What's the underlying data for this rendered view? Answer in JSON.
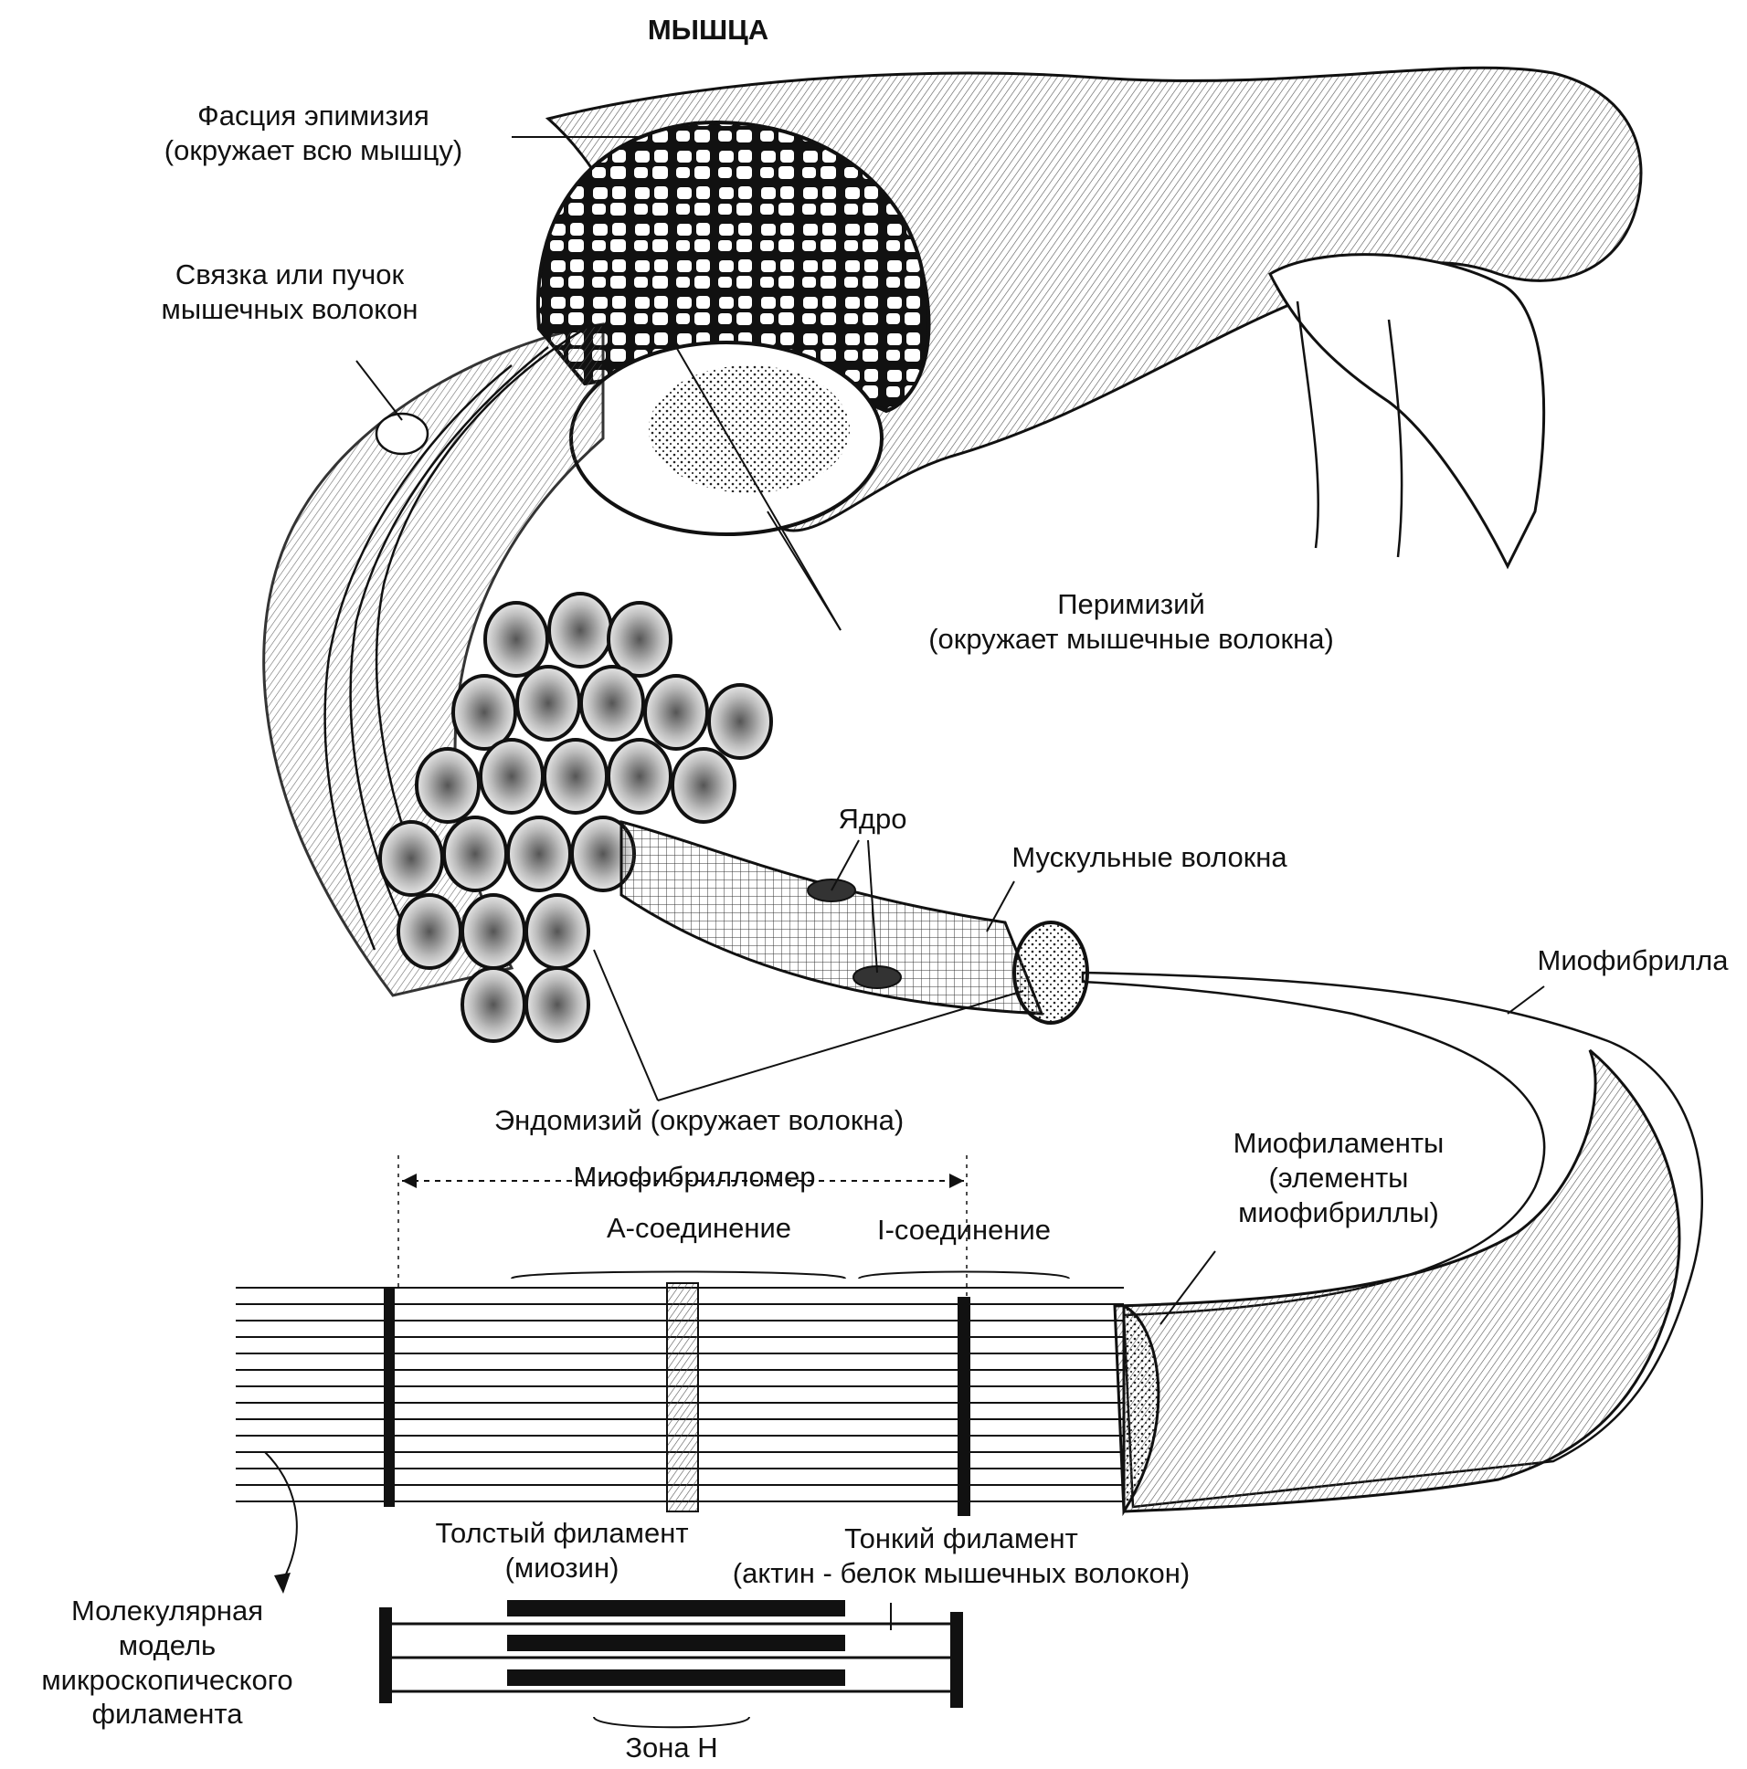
{
  "title": "МЫШЦА",
  "labels": {
    "fascia": {
      "line1": "Фасция эпимизия",
      "line2": "(окружает всю мышцу)"
    },
    "bundle": {
      "line1": "Связка или пучок",
      "line2": "мышечных волокон"
    },
    "perimysium": {
      "line1": "Перимизий",
      "line2": "(окружает мышечные волокна)"
    },
    "nucleus": "Ядро",
    "muscle_fibers": "Мускульные волокна",
    "myofibril": "Миофибрилла",
    "endomysium": "Эндомизий (окружает волокна)",
    "myofibrillomer": "Миофибрилломер",
    "myofilaments": {
      "line1": "Миофиламенты",
      "line2": "(элементы",
      "line3": "миофибриллы)"
    },
    "a_band": "А-соединение",
    "i_band": "I-соединение",
    "thick": {
      "line1": "Толстый филамент",
      "line2": "(миозин)"
    },
    "thin": {
      "line1": "Тонкий филамент",
      "line2": "(актин - белок мышечных волокон)"
    },
    "molecular": {
      "line1": "Молекулярная",
      "line2": "модель",
      "line3": "микроскопического",
      "line4": "филамента"
    },
    "h_zone": "Зона H"
  },
  "colors": {
    "ink": "#111111",
    "shade": "#6b6b6b",
    "light": "#d9d9d9",
    "fiber_fill": "#bdbdbd"
  }
}
